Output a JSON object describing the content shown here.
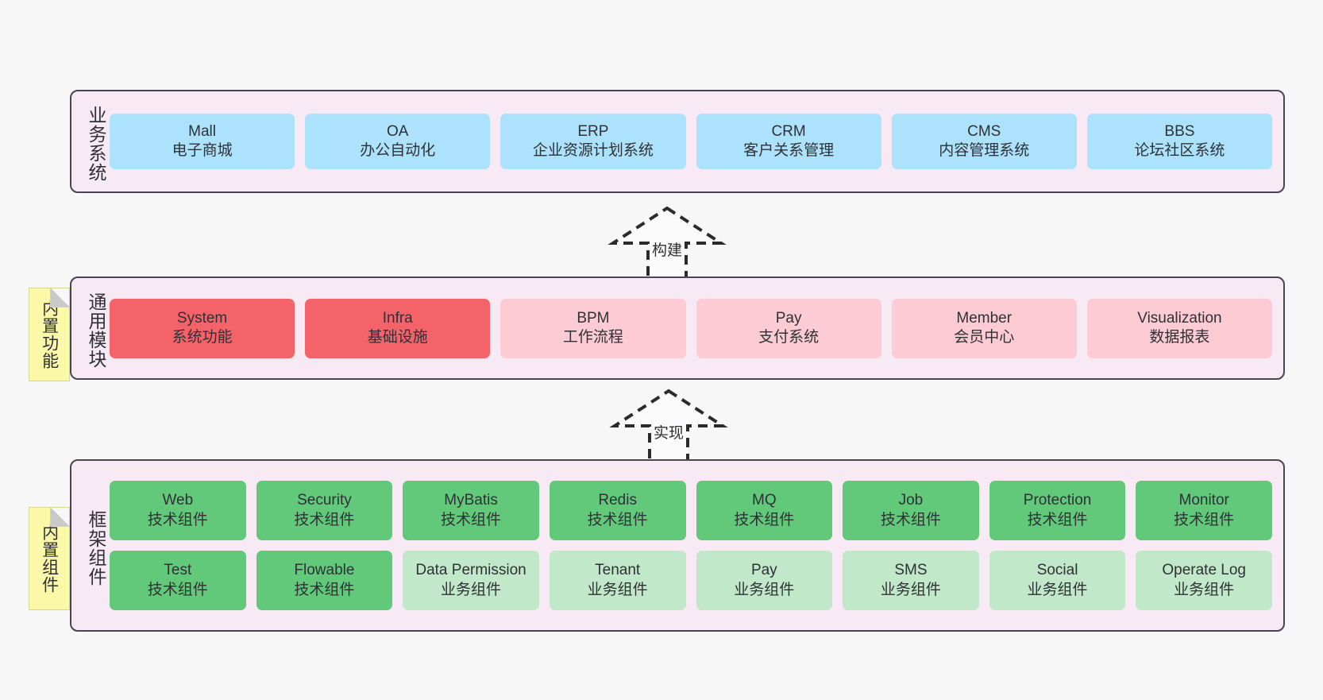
{
  "diagram": {
    "title": "",
    "background_color": "#f7f7f7",
    "panel_fill": "#f8eaf4",
    "panel_border": "#4a4453"
  },
  "layers": [
    {
      "id": "business",
      "title": "业务系统",
      "notes": null,
      "rows": [
        {
          "id": "business-row-1",
          "cards": [
            {
              "name": "Mall",
              "desc": "电子商城",
              "color": "#ace2fb",
              "style": "c-blue"
            },
            {
              "name": "OA",
              "desc": "办公自动化",
              "color": "#ace2fb",
              "style": "c-blue"
            },
            {
              "name": "ERP",
              "desc": "企业资源计划系统",
              "color": "#ace2fb",
              "style": "c-blue"
            },
            {
              "name": "CRM",
              "desc": "客户关系管理",
              "color": "#ace2fb",
              "style": "c-blue"
            },
            {
              "name": "CMS",
              "desc": "内容管理系统",
              "color": "#ace2fb",
              "style": "c-blue"
            },
            {
              "name": "BBS",
              "desc": "论坛社区系统",
              "color": "#ace2fb",
              "style": "c-blue"
            }
          ]
        }
      ]
    },
    {
      "id": "common",
      "title": "通用模块",
      "notes": "内置功能",
      "rows": [
        {
          "id": "common-row-1",
          "cards": [
            {
              "name": "System",
              "desc": "系统功能",
              "color": "#f4636a",
              "style": "c-red"
            },
            {
              "name": "Infra",
              "desc": "基础设施",
              "color": "#f4636a",
              "style": "c-red"
            },
            {
              "name": "BPM",
              "desc": "工作流程",
              "color": "#fccbd4",
              "style": "c-pink"
            },
            {
              "name": "Pay",
              "desc": "支付系统",
              "color": "#fccbd4",
              "style": "c-pink"
            },
            {
              "name": "Member",
              "desc": "会员中心",
              "color": "#fccbd4",
              "style": "c-pink"
            },
            {
              "name": "Visualization",
              "desc": "数据报表",
              "color": "#fccbd4",
              "style": "c-pink"
            }
          ]
        }
      ]
    },
    {
      "id": "framework",
      "title": "框架组件",
      "notes": "内置组件",
      "rows": [
        {
          "id": "framework-row-1",
          "cards": [
            {
              "name": "Web",
              "desc": "技术组件",
              "color": "#62c87a",
              "style": "c-green"
            },
            {
              "name": "Security",
              "desc": "技术组件",
              "color": "#62c87a",
              "style": "c-green"
            },
            {
              "name": "MyBatis",
              "desc": "技术组件",
              "color": "#62c87a",
              "style": "c-green"
            },
            {
              "name": "Redis",
              "desc": "技术组件",
              "color": "#62c87a",
              "style": "c-green"
            },
            {
              "name": "MQ",
              "desc": "技术组件",
              "color": "#62c87a",
              "style": "c-green"
            },
            {
              "name": "Job",
              "desc": "技术组件",
              "color": "#62c87a",
              "style": "c-green"
            },
            {
              "name": "Protection",
              "desc": "技术组件",
              "color": "#62c87a",
              "style": "c-green"
            },
            {
              "name": "Monitor",
              "desc": "技术组件",
              "color": "#62c87a",
              "style": "c-green"
            }
          ]
        },
        {
          "id": "framework-row-2",
          "cards": [
            {
              "name": "Test",
              "desc": "技术组件",
              "color": "#62c87a",
              "style": "c-green"
            },
            {
              "name": "Flowable",
              "desc": "技术组件",
              "color": "#62c87a",
              "style": "c-green"
            },
            {
              "name": "Data Permission",
              "desc": "业务组件",
              "color": "#c0e8c9",
              "style": "c-green-light"
            },
            {
              "name": "Tenant",
              "desc": "业务组件",
              "color": "#c0e8c9",
              "style": "c-green-light"
            },
            {
              "name": "Pay",
              "desc": "业务组件",
              "color": "#c0e8c9",
              "style": "c-green-light"
            },
            {
              "name": "SMS",
              "desc": "业务组件",
              "color": "#c0e8c9",
              "style": "c-green-light"
            },
            {
              "name": "Social",
              "desc": "业务组件",
              "color": "#c0e8c9",
              "style": "c-green-light"
            },
            {
              "name": "Operate Log",
              "desc": "业务组件",
              "color": "#c0e8c9",
              "style": "c-green-light"
            }
          ]
        }
      ]
    }
  ],
  "connectors": [
    {
      "id": "build",
      "label": "构建",
      "from": "common",
      "to": "business"
    },
    {
      "id": "realize",
      "label": "实现",
      "from": "framework",
      "to": "common"
    }
  ]
}
